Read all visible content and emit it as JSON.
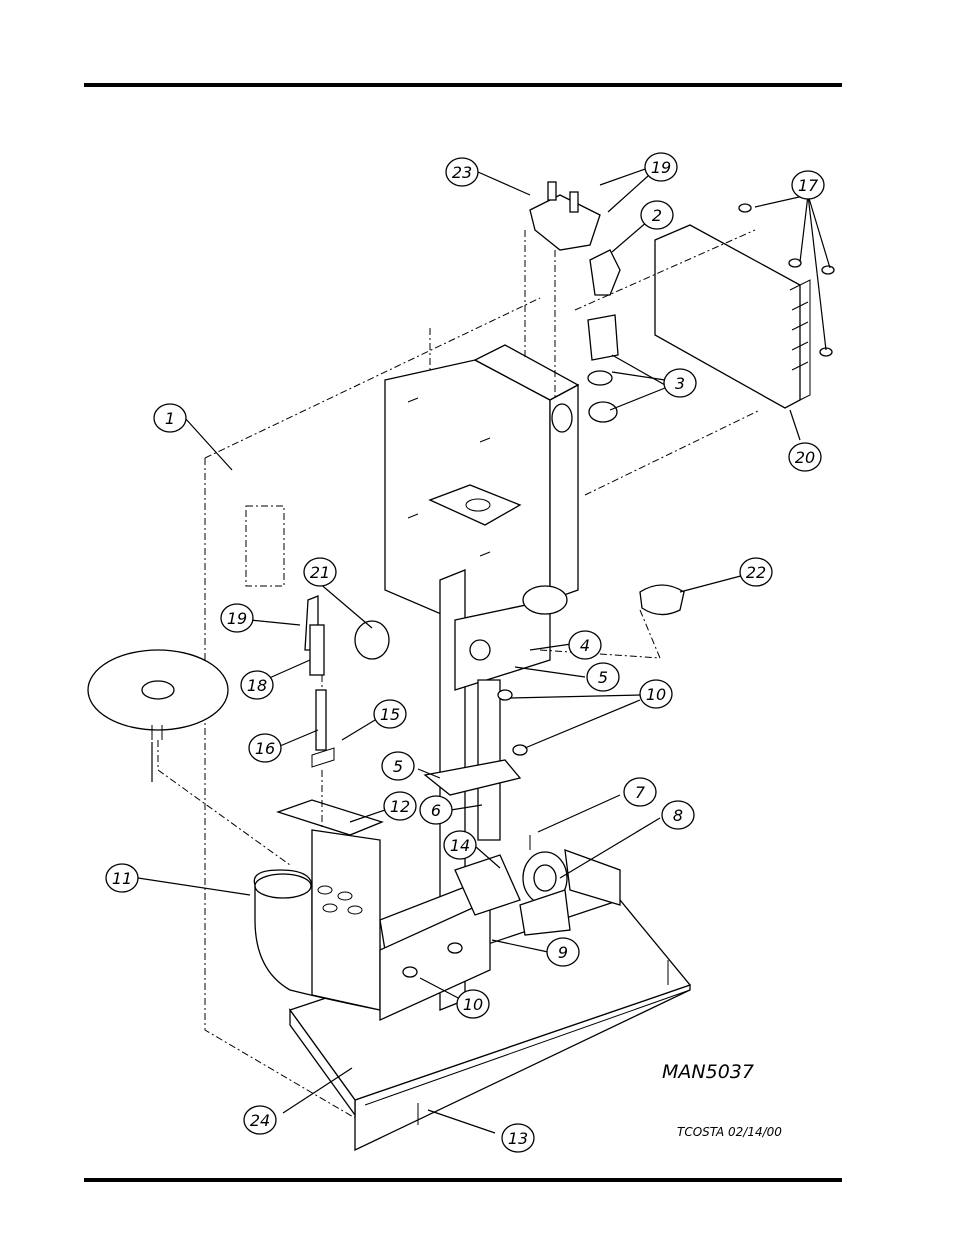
{
  "drawing": {
    "drawing_number": "MAN5037",
    "author_date": "TCOSTA 02/14/00"
  },
  "callouts": [
    {
      "num": "1"
    },
    {
      "num": "2"
    },
    {
      "num": "3"
    },
    {
      "num": "4"
    },
    {
      "num": "5"
    },
    {
      "num": "5"
    },
    {
      "num": "6"
    },
    {
      "num": "7"
    },
    {
      "num": "8"
    },
    {
      "num": "9"
    },
    {
      "num": "10"
    },
    {
      "num": "10"
    },
    {
      "num": "11"
    },
    {
      "num": "12"
    },
    {
      "num": "13"
    },
    {
      "num": "14"
    },
    {
      "num": "15"
    },
    {
      "num": "16"
    },
    {
      "num": "17"
    },
    {
      "num": "18"
    },
    {
      "num": "19"
    },
    {
      "num": "19"
    },
    {
      "num": "20"
    },
    {
      "num": "21"
    },
    {
      "num": "22"
    },
    {
      "num": "23"
    },
    {
      "num": "24"
    }
  ],
  "colors": {
    "ink": "#000000",
    "paper": "#ffffff"
  }
}
